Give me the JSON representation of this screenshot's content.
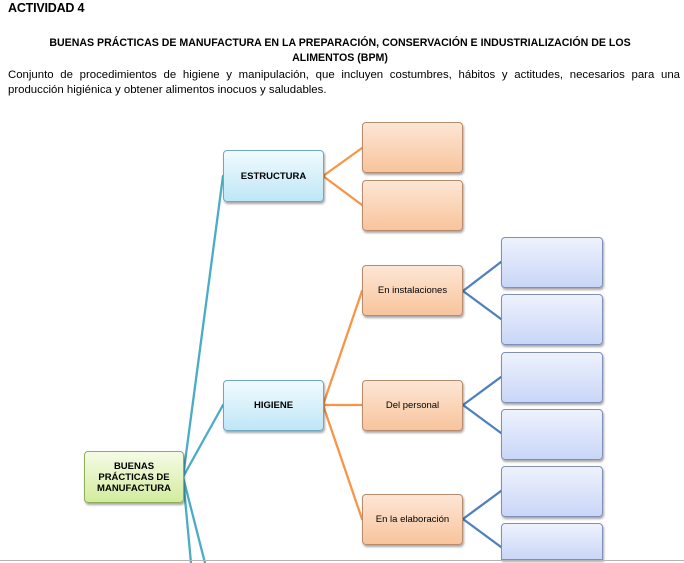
{
  "header": {
    "activity": "ACTIVIDAD 4",
    "title_line1": "BUENAS PRÁCTICAS DE MANUFACTURA  EN LA PREPARACIÓN, CONSERVACIÓN E INDUSTRIALIZACIÓN DE LOS",
    "title_line2": "ALIMENTOS (BPM)",
    "intro": "Conjunto de procedimientos de higiene y manipulación, que incluyen costumbres, hábitos y actitudes, necesarios para una producción higiénica y obtener alimentos inocuos y saludables."
  },
  "diagram": {
    "root": "BUENAS PRÁCTICAS DE MANUFACTURA",
    "branch_estructura": "ESTRUCTURA",
    "branch_higiene": "HIGIENE",
    "sub_instalaciones": "En instalaciones",
    "sub_personal": "Del personal",
    "sub_elaboracion": "En la elaboración"
  },
  "colors": {
    "teal_line": "#4aacc5",
    "orange_line": "#f79646",
    "blue_line": "#4f81bd"
  }
}
